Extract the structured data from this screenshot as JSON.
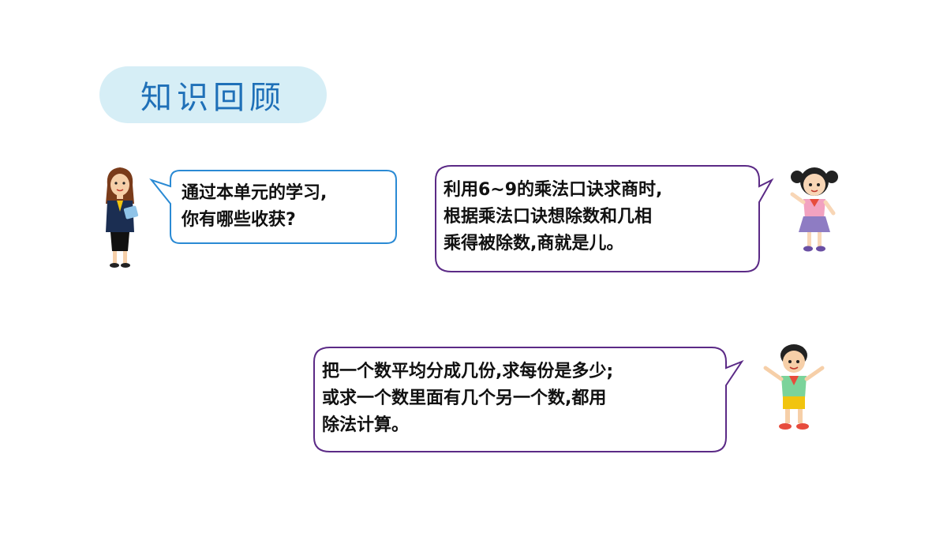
{
  "header": {
    "title": "知识回顾"
  },
  "bubbles": {
    "teacher_question": "通过本单元的学习,\n你有哪些收获?",
    "girl_answer": "利用6~9的乘法口诀求商时,\n根据乘法口诀想除数和几相\n乘得被除数,商就是儿。",
    "boy_answer": "把一个数平均分成几份,求每份是多少;\n或求一个数里面有几个另一个数,都用\n除法计算。"
  },
  "colors": {
    "title_pill": "#d6eef6",
    "title_text": "#1f70b8",
    "teacher_bubble_border": "#2a8ad4",
    "student_bubble_border": "#5b2a86"
  }
}
